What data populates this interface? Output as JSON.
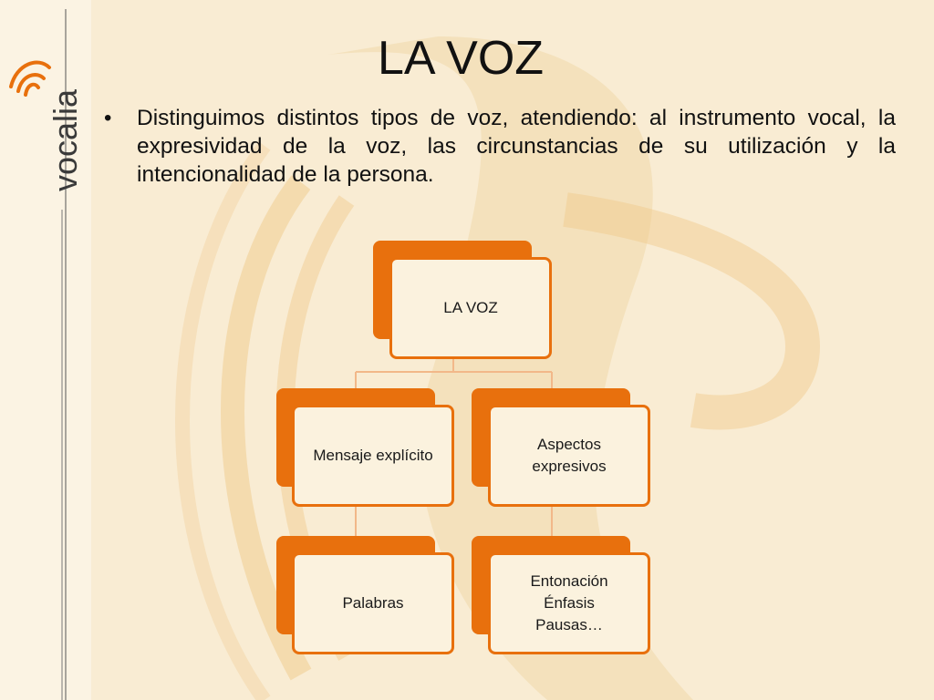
{
  "brand": {
    "logo_text": "vocalia",
    "accent": "#e8700d"
  },
  "title": "LA VOZ",
  "bullet_symbol": "•",
  "body_text": "Distinguimos distintos tipos de voz, atendiendo: al instrumento vocal, la expresividad de la voz, las circunstancias de su utilización y la intencionalidad de la persona.",
  "diagram": {
    "root": "LA VOZ",
    "left": "Mensaje explícito",
    "right": "Aspectos expresivos",
    "left_child": "Palabras",
    "right_child": [
      "Entonación",
      "Énfasis",
      "Pausas…"
    ]
  }
}
